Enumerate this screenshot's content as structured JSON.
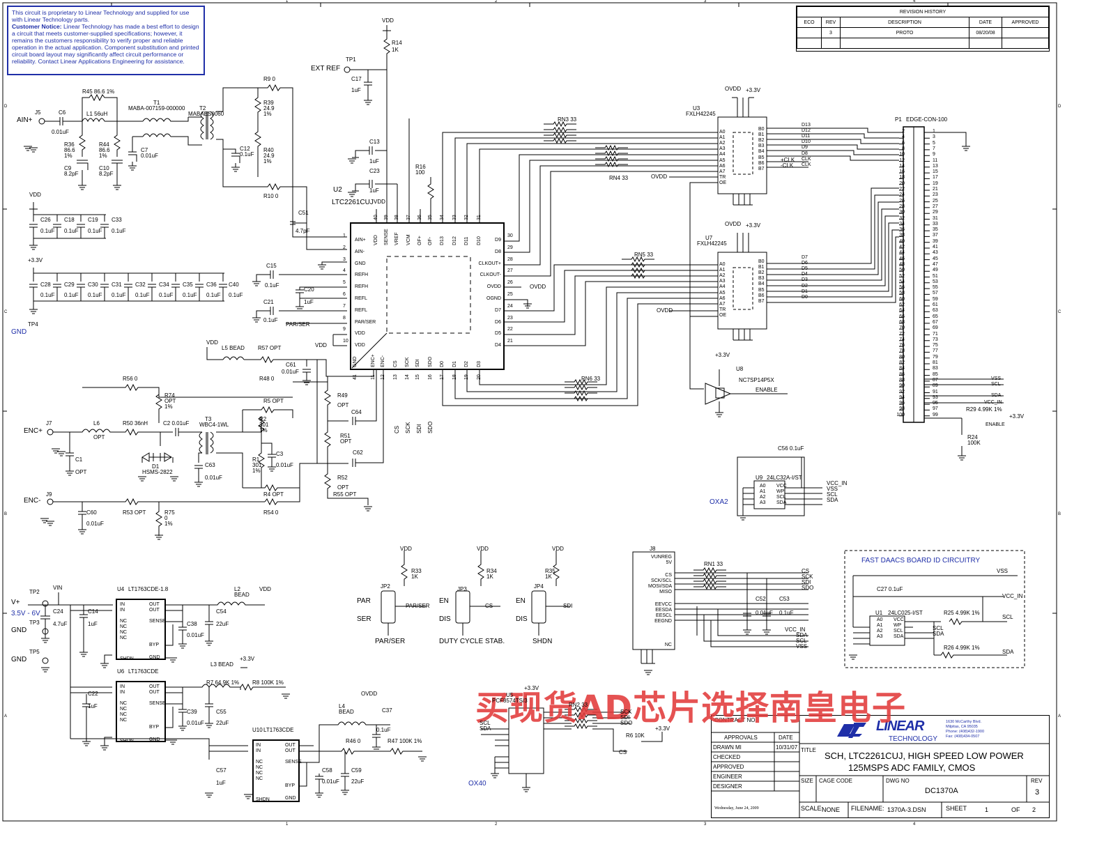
{
  "notice": {
    "line1": "This circuit is proprietary to Linear Technology and supplied for use with Linear Technology parts.",
    "label": "Customer Notice:",
    "body": "Linear Technology has made a best effort to design a circuit that meets customer-supplied specifications; however, it remains the customers responsibility to verify proper and reliable operation in the actual application. Component substitution and printed circuit board layout may significantly affect circuit performance or reliability. Contact Linear Applications Engineering for assistance."
  },
  "revision": {
    "title": "REVISION HISTORY",
    "headers": [
      "ECO",
      "REV",
      "DESCRIPTION",
      "DATE",
      "APPROVED"
    ],
    "row": [
      "",
      "3",
      "PROTO",
      "08/20/08",
      ""
    ]
  },
  "title_block": {
    "contract": "CONTRACT NO.",
    "approvals": "APPROVALS",
    "date_h": "DATE",
    "drawn": "DRAWN",
    "drawn_by": "MI",
    "drawn_date": "10/31/07",
    "checked": "CHECKED",
    "approved": "APPROVED",
    "engineer": "ENGINEER",
    "designer": "DESIGNER",
    "company": "LINEAR",
    "company2": "TECHNOLOGY",
    "address": [
      "1630 McCarthy Blvd.",
      "Milpitas, CA 95035",
      "Phone: (408)432-1900",
      "Fax: (408)434-0507"
    ],
    "title_h": "TITLE",
    "title1": "SCH, LTC2261CUJ, HIGH SPEED LOW POWER",
    "title2": "125MSPS ADC FAMILY, CMOS",
    "size_h": "SIZE",
    "cage_h": "CAGE CODE",
    "dwg_h": "DWG NO",
    "dwg": "DC1370A",
    "rev_h": "REV",
    "rev": "3",
    "scale_h": "SCALE:",
    "scale": "NONE",
    "file_h": "FILENAME:",
    "file": "1370A-3.DSN",
    "sheet_h": "SHEET",
    "sheet": "1",
    "of_h": "OF",
    "of": "2",
    "printed": "Wednesday, June 24, 2009"
  },
  "watermark": "买现货AD芯片选择南皇电子",
  "net_labels": {
    "ain": "AIN+",
    "ext_ref": "EXT REF",
    "gnd": "GND",
    "enc_p": "ENC+",
    "enc_m": "ENC-",
    "vplus": "V+",
    "vrange": "3.5V - 6V",
    "gnd2": "GND",
    "gnd3": "GND",
    "oxa2": "OXA2",
    "ox40": "OX40",
    "id_title": "FAST DAACS BOARD ID CIRCUITRY",
    "par": "PAR",
    "ser": "SER",
    "parser": "PAR/SER",
    "en1": "EN",
    "dis1": "DIS",
    "duty": "DUTY CYCLE STAB.",
    "en2": "EN",
    "dis2": "DIS",
    "shdn": "SHDN"
  },
  "parts": {
    "u2": "U2",
    "u2_name": "LTC2261CUJ",
    "u3": "U3",
    "u3_name": "FXLH42245",
    "u7": "U7",
    "u7_name": "FXLH42245",
    "p1": "P1",
    "p1_name": "EDGE-CON-100",
    "u8": "U8",
    "u8_name": "NC7SP14P5X",
    "u9": "U9",
    "u9_name": "24LC32A-I/ST",
    "u4": "U4",
    "u4_name": "LT1763CDE-1.8",
    "u6": "U6",
    "u6_name": "LT1763CDE",
    "u10": "U10",
    "u10_name": "LT1763CDE",
    "u5": "U5",
    "u5_name": "PCF8574TS/3",
    "u1": "U1",
    "u1_name": "24LC025-I/ST",
    "j8": "J8",
    "t1": "T1",
    "t1_name": "MABA-007159-000000",
    "t2": "T2",
    "t2_name": "MABAES0060",
    "t3": "T3",
    "t3_name": "WBC4-1WL",
    "d1": "D1",
    "d1_name": "HSMS-2822"
  },
  "u2_left_pins": [
    "AIN+",
    "AIN-",
    "GND",
    "REFH",
    "REFH",
    "REFL",
    "REFL",
    "PAR/SER",
    "VDD",
    "VDD"
  ],
  "u2_left_nums": [
    "1",
    "2",
    "3",
    "4",
    "5",
    "6",
    "7",
    "8",
    "9",
    "10"
  ],
  "u2_right_pins": [
    "D9",
    "D8",
    "CLKOUT+",
    "CLKOUT-",
    "OVDD",
    "OGND",
    "D7",
    "D6",
    "D5",
    "D4"
  ],
  "u2_right_nums": [
    "30",
    "29",
    "28",
    "27",
    "26",
    "25",
    "24",
    "23",
    "22",
    "21"
  ],
  "u2_top_pins": [
    "VDD",
    "SENSE",
    "VREF",
    "VCM",
    "OF+",
    "OF-",
    "D13",
    "D12",
    "D11",
    "D10"
  ],
  "u2_top_nums": [
    "40",
    "39",
    "38",
    "37",
    "36",
    "35",
    "34",
    "33",
    "32",
    "31"
  ],
  "u2_bot_pins": [
    "GND",
    "ENC+",
    "ENC-",
    "CS",
    "SCK",
    "SDI",
    "SDO",
    "D0",
    "D1",
    "D2",
    "D3"
  ],
  "u2_bot_nums": [
    "41",
    "11",
    "12",
    "13",
    "14",
    "15",
    "16",
    "17",
    "18",
    "19",
    "20"
  ],
  "buf_left": [
    "A0",
    "A1",
    "A2",
    "A3",
    "A4",
    "A5",
    "A6",
    "A7",
    "TR",
    "OE"
  ],
  "buf_right": [
    "B0",
    "B1",
    "B2",
    "B3",
    "B4",
    "B5",
    "B6",
    "B7"
  ],
  "u3_outs": [
    "D13",
    "D12",
    "D11",
    "D10",
    "D9",
    "D8",
    "CLK",
    "CLK"
  ],
  "u7_outs": [
    "D7",
    "D6",
    "D5",
    "D4",
    "D3",
    "D2",
    "D1",
    "D0"
  ],
  "ldo_pins": [
    "IN",
    "IN",
    "NC",
    "NC",
    "NC",
    "NC",
    "SHDN"
  ],
  "ldo_rpins": [
    "OUT",
    "OUT",
    "SENSE",
    "BYP",
    "GND"
  ],
  "eeprom_left": [
    "A0",
    "A1",
    "A2",
    "A3"
  ],
  "eeprom_right": [
    "VCC",
    "WP",
    "SCL",
    "SDA"
  ],
  "p1_pins_left": [
    "2",
    "4",
    "6",
    "8",
    "10",
    "12",
    "14",
    "16",
    "18",
    "20",
    "22",
    "24",
    "26",
    "28",
    "30",
    "32",
    "34",
    "36",
    "38",
    "40",
    "42",
    "44",
    "46",
    "48",
    "50",
    "52",
    "54",
    "56",
    "58",
    "60",
    "62",
    "64",
    "66",
    "68",
    "70",
    "72",
    "74",
    "76",
    "78",
    "80",
    "82",
    "84",
    "86",
    "88",
    "90",
    "92",
    "94",
    "96",
    "98",
    "100"
  ],
  "p1_pins_right": [
    "1",
    "3",
    "5",
    "7",
    "9",
    "11",
    "13",
    "15",
    "17",
    "19",
    "21",
    "23",
    "25",
    "27",
    "29",
    "31",
    "33",
    "35",
    "37",
    "39",
    "41",
    "43",
    "45",
    "47",
    "49",
    "51",
    "53",
    "55",
    "57",
    "59",
    "61",
    "63",
    "65",
    "67",
    "69",
    "71",
    "73",
    "75",
    "77",
    "79",
    "81",
    "83",
    "85",
    "87",
    "89",
    "91",
    "93",
    "95",
    "97",
    "99"
  ],
  "p1_signals": [
    "VSS",
    "SCL",
    "SDA",
    "VCC_IN",
    "ENABLE"
  ],
  "j8_pins": [
    "VUNREG",
    "5V",
    "CS",
    "SCK/SCL",
    "MOSI/SDA",
    "MISO",
    "EEVCC",
    "EESDA",
    "EESCL",
    "EEGND",
    "NC"
  ],
  "comps": {
    "r45": "R45 86.6 1%",
    "l1": "L1   56uH",
    "c6": "C6",
    "c6v": "0.01uF",
    "r36": "R36",
    "r36v": "86.6",
    "r36t": "1%",
    "r44": "R44",
    "r44v": "86.6",
    "r44t": "1%",
    "c9": "C9",
    "c9v": "8.2pF",
    "c10": "C10",
    "c10v": "8.2pF",
    "c7": "C7",
    "c7v": "0.01uF",
    "r9": "R9   0",
    "r39": "R39",
    "r39v": "24.9",
    "r39t": "1%",
    "r40": "R40",
    "r40v": "24.9",
    "r40t": "1%",
    "r10": "R10   0",
    "c12": "C12",
    "c12v": "0.1uF",
    "c51": "C51",
    "c51v": "4.7pF",
    "c17": "C17",
    "c17v": "1uF",
    "r14": "R14",
    "r14v": "1K",
    "c13": "C13",
    "c13v": "1uF",
    "c23": "C23",
    "c23v": "1uF",
    "r16": "R16",
    "r16v": "100",
    "c15": "C15",
    "c15v": "0.1uF",
    "c20": "C20",
    "c20v": "1uF",
    "c21": "C21",
    "c21v": "0.1uF",
    "rn3": "RN3   33",
    "rn4": "RN4   33",
    "rn5": "RN5   33",
    "rn6": "RN6   33",
    "l5": "L5    BEAD",
    "r57": "R57  OPT",
    "c61": "C61",
    "c61v": "0.01uF",
    "r56": "R56   0",
    "r48": "R48   0",
    "r74": "R74",
    "r74v": "OPT",
    "r74t": "1%",
    "r5": "R5    OPT",
    "r49": "R49",
    "r49v": "OPT",
    "c64": "C64",
    "l6": "L6",
    "l6v": "OPT",
    "r50": "R50  36nH",
    "c2": "C2   0.01uF",
    "r2": "R2",
    "r2v": "301",
    "r2t": "1%",
    "c3": "C3",
    "c3v": "0.01uF",
    "r1": "R1",
    "r1v": "301",
    "r1t": "1%",
    "c63": "C63",
    "c63v": "0.01uF",
    "c1": "C1",
    "c1v": "OPT",
    "r51": "R51",
    "r51v": "OPT",
    "c62": "C62",
    "r52": "R52",
    "r52v": "OPT",
    "r55": "R55  OPT",
    "r4": "R4    OPT",
    "c60": "C60",
    "c60v": "0.01uF",
    "r53": "R53  OPT",
    "r75": "R75",
    "r75v": "0",
    "r75t": "1%",
    "r54": "R54   0",
    "c26": "C26",
    "c18": "C18",
    "c19": "C19",
    "c33": "C33",
    "cap01": "0.1uF",
    "c28": "C28",
    "c29": "C29",
    "c30": "C30",
    "c31": "C31",
    "c32": "C32",
    "c34": "C34",
    "c35": "C35",
    "c36": "C36",
    "c40": "C40",
    "c24": "C24",
    "c24v": "4.7uF",
    "c14": "C14",
    "c14v": "1uF",
    "c38": "C38",
    "c38v": "0.01uF",
    "c54": "C54",
    "c54v": "22uF",
    "l2": "L2",
    "l2v": "BEAD",
    "c22": "C22",
    "c22v": "1uF",
    "l3": "L3    BEAD",
    "r7": "R7   64.9K   1%",
    "r8": "R8    100K    1%",
    "c39": "C39",
    "c39v": "0.01uF",
    "c55": "C55",
    "c55v": "22uF",
    "l4": "L4",
    "l4v": "BEAD",
    "c37": "C37",
    "c37v": "0.1uF",
    "r46": "R46  0",
    "r47": "R47   100K   1%",
    "c57": "C57",
    "c57v": "1uF",
    "c58": "C58",
    "c58v": "0.01uF",
    "c59": "C59",
    "c59v": "22uF",
    "r33": "R33",
    "r33v": "1K",
    "r34": "R34",
    "r34v": "1K",
    "r35": "R35",
    "r35v": "1K",
    "jp2": "JP2",
    "jp3": "JP3",
    "jp4": "JP4",
    "rn1": "RN1     33",
    "c52": "C52",
    "c52v": "0.01uF",
    "c53": "C53",
    "c53v": "0.1uF",
    "rn2": "RN2     33",
    "r6": "R6   10K",
    "c56": "C56  0.1uF",
    "r29": "R29  4.99K  1%",
    "r24": "R24",
    "r24v": "100K",
    "c27": "C27  0.1uF",
    "r25": "R25  4.99K  1%",
    "r26": "R26  4.99K  1%",
    "tp1": "TP1",
    "tp4": "TP4",
    "tp2": "TP2",
    "tp3": "TP3",
    "tp5": "TP5",
    "j5": "J5",
    "j7": "J7",
    "j9": "J9"
  },
  "rails": {
    "vdd": "VDD",
    "ovdd": "OVDD",
    "v33": "+3.3V",
    "vin": "VIN"
  },
  "misc_nets": {
    "enable": "ENABLE",
    "cs": "CS",
    "sck": "SCK",
    "sdi": "SDI",
    "sdo": "SDO",
    "scl": "SCL",
    "sda": "SDA",
    "vcc_in": "VCC_IN",
    "vss": "VSS",
    "miso": "MISO",
    "parser_net": "PAR/SER",
    "clkp": "+CLK",
    "clkm": "-CLK"
  },
  "border": {
    "cols": [
      "4",
      "3",
      "2",
      "1"
    ],
    "rows": [
      "D",
      "C",
      "B",
      "A"
    ]
  }
}
